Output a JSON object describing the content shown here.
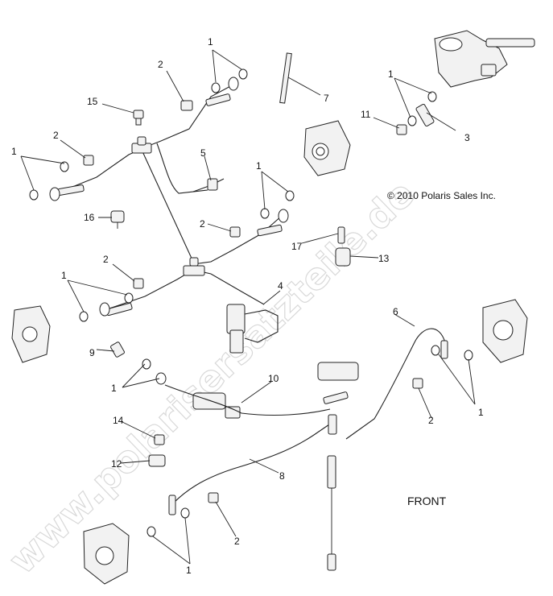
{
  "copyright": "© 2010 Polaris Sales Inc.",
  "front_label": "FRONT",
  "watermark": "www.polarisersatzteile.de",
  "callouts": {
    "c1a": "1",
    "c1b": "1",
    "c1c": "1",
    "c1d": "1",
    "c1e": "1",
    "c1f": "1",
    "c1g": "1",
    "c1h": "1",
    "c2a": "2",
    "c2b": "2",
    "c2c": "2",
    "c2d": "2",
    "c2e": "2",
    "c2f": "2",
    "c3": "3",
    "c4": "4",
    "c5": "5",
    "c6": "6",
    "c7": "7",
    "c8": "8",
    "c9": "9",
    "c10": "10",
    "c11": "11",
    "c12": "12",
    "c13": "13",
    "c14": "14",
    "c15": "15",
    "c16": "16",
    "c17": "17"
  }
}
